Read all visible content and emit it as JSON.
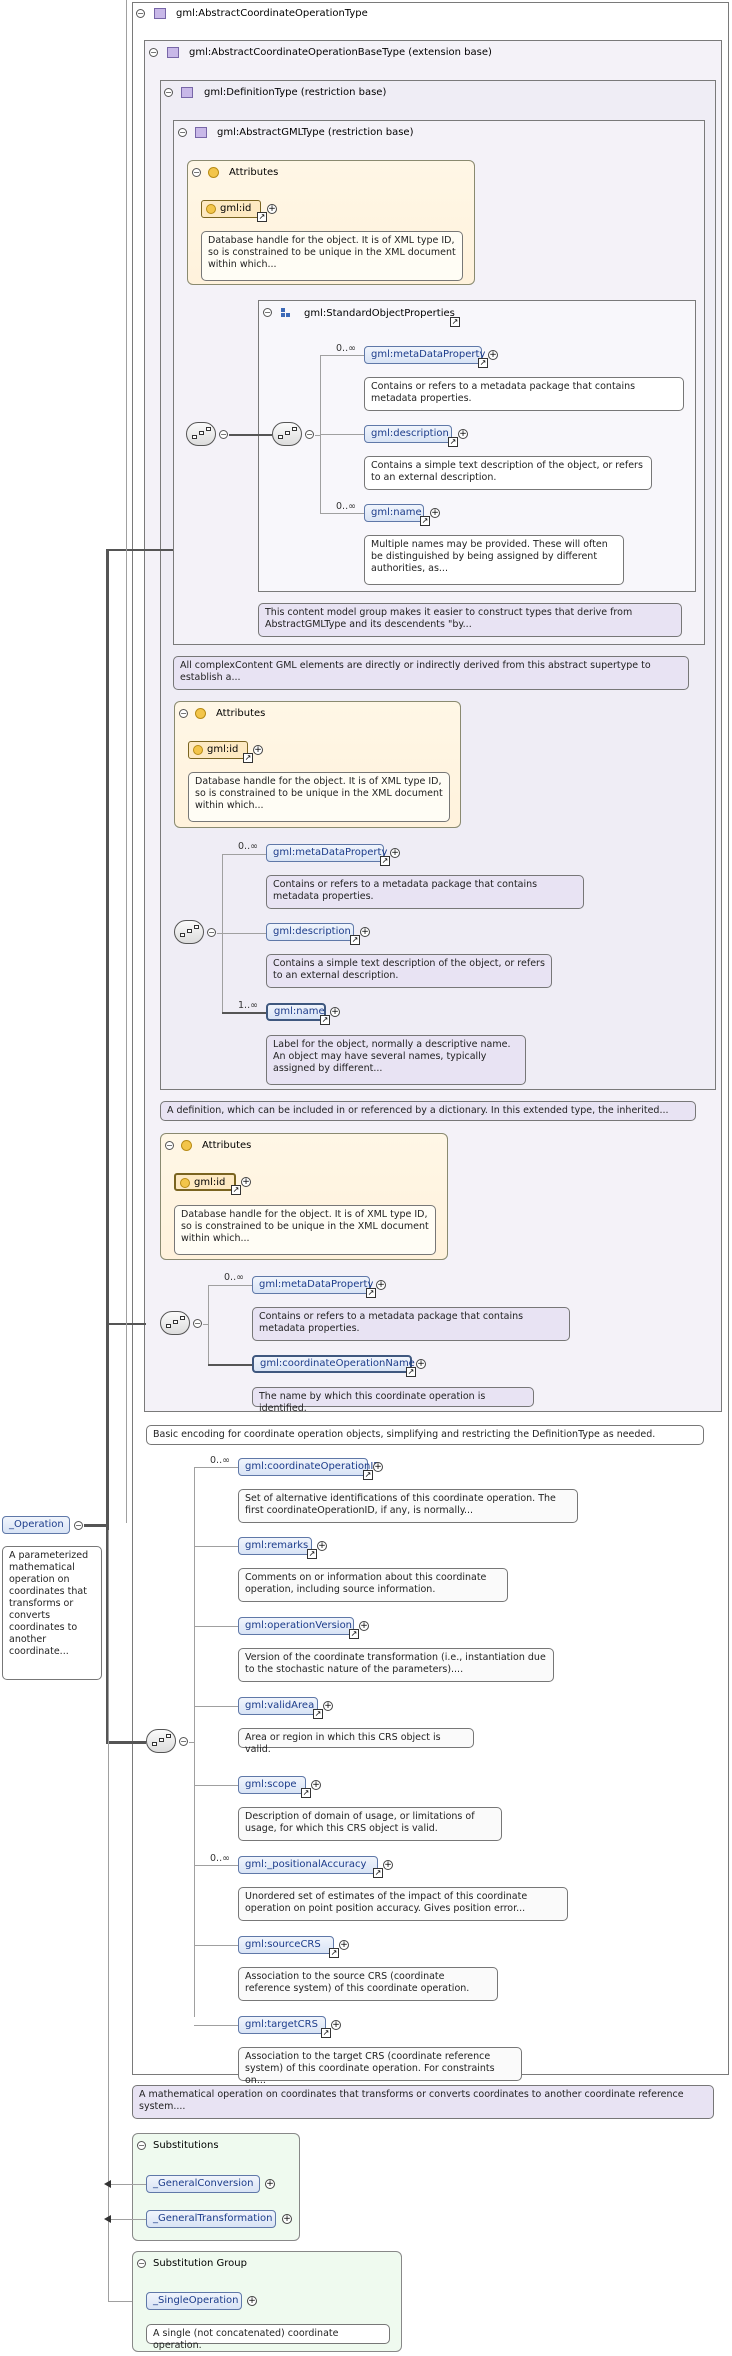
{
  "root": {
    "name": "_Operation",
    "doc": "A parameterized mathematical operation on coordinates that transforms or converts coordinates to another coordinate..."
  },
  "abstract_coord_op": {
    "title": "gml:AbstractCoordinateOperationType",
    "base_title": "gml:AbstractCoordinateOperationBaseType (extension base)",
    "definition_title": "gml:DefinitionType (restriction base)",
    "gml_title": "gml:AbstractGMLType (restriction base)",
    "doc": "A mathematical operation on coordinates that transforms or converts coordinates to another coordinate reference system...."
  },
  "attributes_label": "Attributes",
  "gml_level": {
    "id_name": "gml:id",
    "id_doc": "Database handle for the object. It is of XML type ID, so is constrained to be unique in the XML document within which...",
    "group_name": "gml:StandardObjectProperties",
    "group_doc": "This content model group makes it easier to construct types that derive from AbstractGMLType and its descendents \"by...",
    "type_doc": "All complexContent GML elements are directly or indirectly derived from this abstract supertype to establish a...",
    "elements": [
      {
        "name": "gml:metaDataProperty",
        "card": "0..∞",
        "doc": "Contains or refers to a metadata package that contains metadata properties."
      },
      {
        "name": "gml:description",
        "card": "",
        "doc": "Contains a simple text description of the object, or refers to an external description."
      },
      {
        "name": "gml:name",
        "card": "0..∞",
        "doc": "Multiple names may be provided. These will often be distinguished by being assigned by different authorities, as..."
      }
    ]
  },
  "definition_level": {
    "id_name": "gml:id",
    "id_doc": "Database handle for the object. It is of XML type ID, so is constrained to be unique in the XML document within which...",
    "type_doc": "A definition, which can be included in or referenced by a dictionary. In this extended type, the inherited...",
    "elements": [
      {
        "name": "gml:metaDataProperty",
        "card": "0..∞",
        "doc": "Contains or refers to a metadata package that contains metadata properties."
      },
      {
        "name": "gml:description",
        "card": "",
        "doc": "Contains a simple text description of the object, or refers to an external description."
      },
      {
        "name": "gml:name",
        "card": "1..∞",
        "doc": "Label for the object, normally a descriptive name. An object may have several names, typically assigned by different..."
      }
    ]
  },
  "base_level": {
    "id_name": "gml:id",
    "id_doc": "Database handle for the object. It is of XML type ID, so is constrained to be unique in the XML document within which...",
    "type_doc": "Basic encoding for coordinate operation objects, simplifying and restricting the DefinitionType as needed.",
    "elements": [
      {
        "name": "gml:metaDataProperty",
        "card": "0..∞",
        "doc": "Contains or refers to a metadata package that contains metadata properties."
      },
      {
        "name": "gml:coordinateOperationName",
        "card": "",
        "doc": "The name by which this coordinate operation is identified."
      }
    ]
  },
  "op_elements": [
    {
      "name": "gml:coordinateOperationID",
      "card": "0..∞",
      "doc": "Set of alternative identifications of this coordinate operation. The first coordinateOperationID, if any, is normally..."
    },
    {
      "name": "gml:remarks",
      "card": "",
      "doc": "Comments on or information about this coordinate operation, including source information."
    },
    {
      "name": "gml:operationVersion",
      "card": "",
      "doc": "Version of the coordinate transformation (i.e., instantiation due to the stochastic nature of the parameters)...."
    },
    {
      "name": "gml:validArea",
      "card": "",
      "doc": "Area or region in which this CRS object is valid."
    },
    {
      "name": "gml:scope",
      "card": "",
      "doc": "Description of domain of usage, or limitations of usage, for which this CRS object is valid."
    },
    {
      "name": "gml:_positionalAccuracy",
      "card": "0..∞",
      "doc": "Unordered set of estimates of the impact of this coordinate operation on point position accuracy. Gives position error..."
    },
    {
      "name": "gml:sourceCRS",
      "card": "",
      "doc": "Association to the source CRS (coordinate reference system) of this coordinate operation."
    },
    {
      "name": "gml:targetCRS",
      "card": "",
      "doc": "Association to the target CRS (coordinate reference system) of this coordinate operation. For constraints on..."
    }
  ],
  "substitutions": {
    "title": "Substitutions",
    "items": [
      "_GeneralConversion",
      "_GeneralTransformation"
    ]
  },
  "substitution_group": {
    "title": "Substitution Group",
    "name": "_SingleOperation",
    "doc": "A single (not concatenated) coordinate operation."
  }
}
